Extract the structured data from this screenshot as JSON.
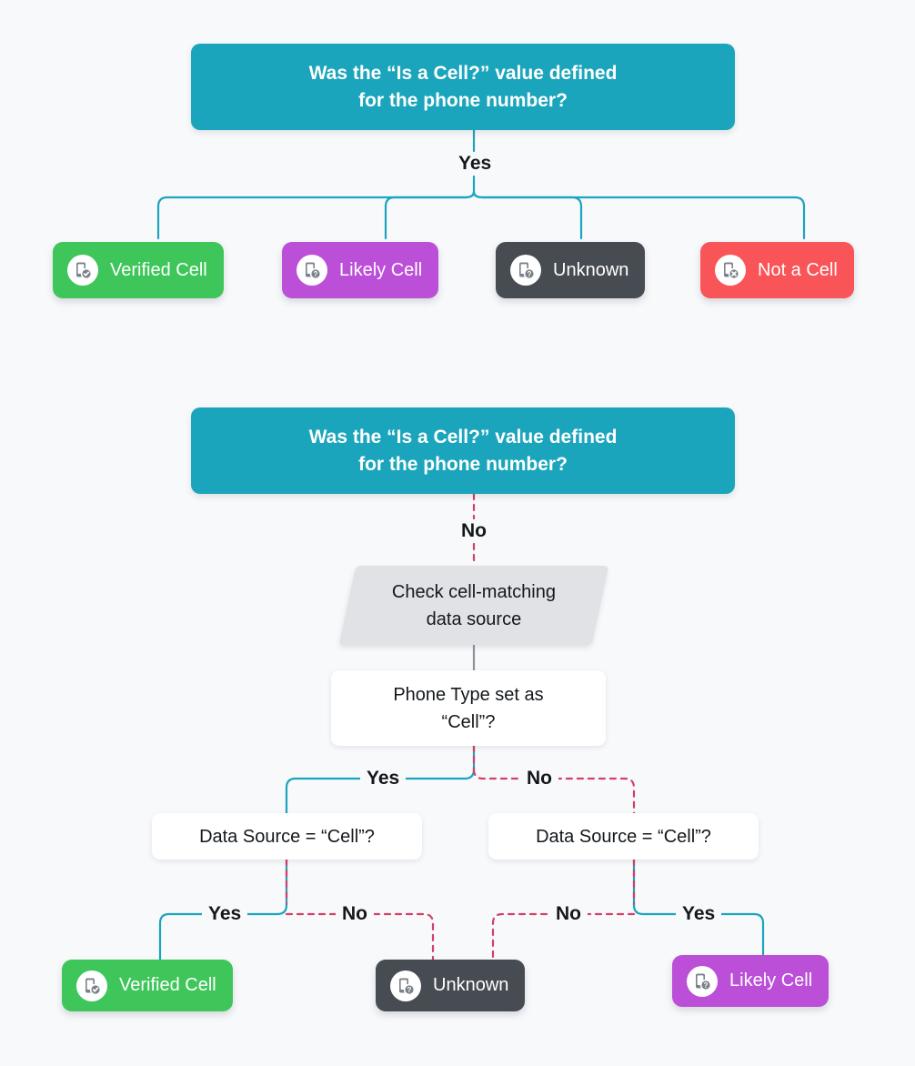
{
  "background_color": "#f8f9fb",
  "palette": {
    "teal": "#1ba5bc",
    "green": "#3ec65a",
    "purple": "#bc4fd8",
    "dark": "#474c53",
    "red": "#f95457",
    "gray_parallelogram": "#e0e2e5",
    "yes_line": "#1ba5bc",
    "no_line": "#d2406a",
    "plain_line": "#8d9399",
    "white_box": "#ffffff"
  },
  "diagram": {
    "type": "flowchart",
    "sections": [
      {
        "id": "section-yes",
        "question": {
          "line1": "Was the “Is a Cell?” value defined",
          "line2": "for the phone number?"
        },
        "branch_label": "Yes",
        "outcomes": [
          {
            "label": "Verified Cell",
            "color": "#3ec65a",
            "icon": "phone-check-icon"
          },
          {
            "label": "Likely Cell",
            "color": "#bc4fd8",
            "icon": "phone-question-icon"
          },
          {
            "label": "Unknown",
            "color": "#474c53",
            "icon": "phone-question-icon"
          },
          {
            "label": "Not a Cell",
            "color": "#f95457",
            "icon": "phone-x-icon"
          }
        ]
      },
      {
        "id": "section-no",
        "question": {
          "line1": "Was the “Is a Cell?” value defined",
          "line2": "for the phone number?"
        },
        "branch_label": "No",
        "process": {
          "line1": "Check cell-matching",
          "line2": "data source"
        },
        "decision_top": {
          "line1": "Phone Type set as",
          "line2": "“Cell”?",
          "yes_label": "Yes",
          "no_label": "No"
        },
        "decision_left": {
          "text": "Data Source = “Cell”?",
          "yes_label": "Yes",
          "no_label": "No"
        },
        "decision_right": {
          "text": "Data Source = “Cell”?",
          "no_label": "No",
          "yes_label": "Yes"
        },
        "outcomes": [
          {
            "label": "Verified Cell",
            "color": "#3ec65a",
            "icon": "phone-check-icon"
          },
          {
            "label": "Unknown",
            "color": "#474c53",
            "icon": "phone-question-icon"
          },
          {
            "label": "Likely Cell",
            "color": "#bc4fd8",
            "icon": "phone-question-icon"
          }
        ]
      }
    ]
  }
}
